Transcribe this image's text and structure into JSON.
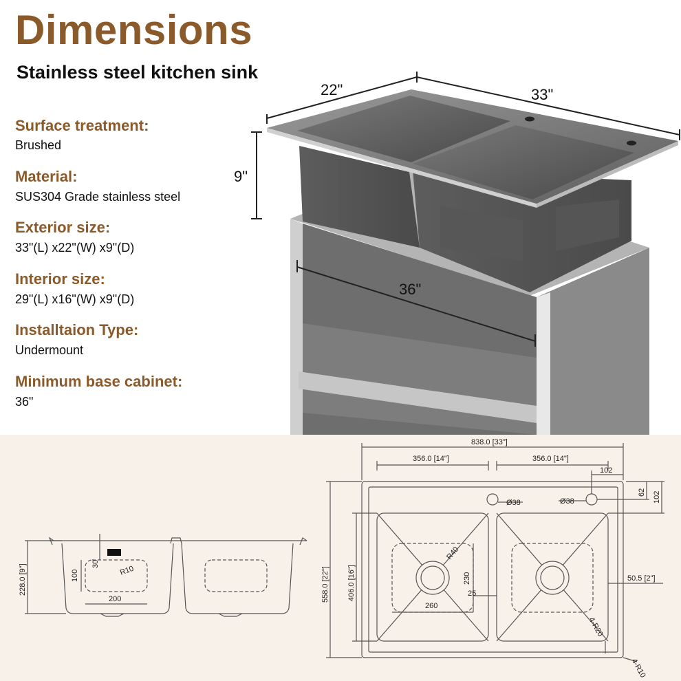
{
  "header": {
    "title": "Dimensions",
    "subtitle": "Stainless steel kitchen sink"
  },
  "specs": [
    {
      "label": "Surface treatment:",
      "value": "Brushed"
    },
    {
      "label": "Material:",
      "value": "SUS304 Grade stainless steel"
    },
    {
      "label": "Exterior size:",
      "value": "33\"(L) x22\"(W) x9\"(D)"
    },
    {
      "label": "Interior size:",
      "value": "29\"(L) x16\"(W) x9\"(D)"
    },
    {
      "label": "Installtaion Type:",
      "value": "Undermount"
    },
    {
      "label": "Minimum base cabinet:",
      "value": "36\""
    }
  ],
  "render": {
    "width_label": "22\"",
    "length_label": "33\"",
    "depth_label": "9\"",
    "cabinet_label": "36\""
  },
  "drawing": {
    "overall_length": "838.0 [33\"]",
    "bowl_left_width": "356.0 [14\"]",
    "bowl_right_width": "356.0 [14\"]",
    "hole_offset_x": "102",
    "hole_offset_y": "62",
    "hole_offset_y2": "102",
    "hole_left_dia": "Ø38",
    "hole_right_dia": "Ø38",
    "overall_width": "558.0 [22\"]",
    "bowl_depth_plan": "406.0 [16\"]",
    "drain_width": "260",
    "drain_height": "230",
    "drain_offset": "25",
    "corner_radius_drain": "R40",
    "side_margin": "50.5 [2\"]",
    "corner_radius_bowl": "4-R20",
    "corner_radius_outer": "4-R10",
    "section_height": "228.0 [9\"]",
    "section_inner_height": "100",
    "section_offset": "30",
    "section_radius": "R10",
    "section_width": "200"
  },
  "colors": {
    "accent_brown": "#8b5a2b",
    "panel_bg": "#f8f1ea",
    "line_gray": "#555555"
  }
}
